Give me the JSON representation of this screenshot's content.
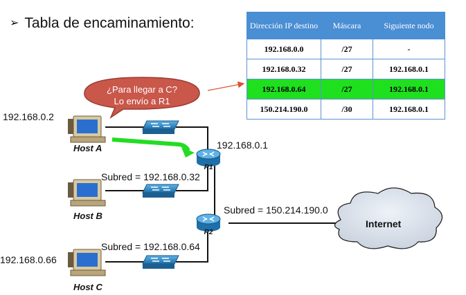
{
  "heading": {
    "bullet": "➢",
    "title": "Tabla de encaminamiento:"
  },
  "routing_table": {
    "headers": [
      "Dirección IP destino",
      "Máscara",
      "Siguiente nodo"
    ],
    "rows": [
      {
        "dest": "192.168.0.0",
        "mask": "/27",
        "next": "-"
      },
      {
        "dest": "192.168.0.32",
        "mask": "/27",
        "next": "192.168.0.1"
      },
      {
        "dest": "192.168.0.64",
        "mask": "/27",
        "next": "192.168.0.1",
        "highlighted": true
      },
      {
        "dest": "150.214.190.0",
        "mask": "/30",
        "next": "192.168.0.1"
      }
    ],
    "header_color": "#4a8ed4",
    "highlight_color": "#1fe01f"
  },
  "speech_bubble": {
    "line1": "¿Para llegar a C?",
    "line2": "Lo envío a R1",
    "color": "#c9574a"
  },
  "hosts": {
    "a": {
      "name": "Host A",
      "ip": "192.168.0.2"
    },
    "b": {
      "name": "Host B"
    },
    "c": {
      "name": "Host C",
      "ip": "192.168.0.66"
    }
  },
  "routers": {
    "r1": {
      "name": "R1",
      "ip": "192.168.0.1"
    },
    "r2": {
      "name": "R2"
    }
  },
  "subnets": {
    "b": "Subred = 192.168.0.32",
    "c": "Subred = 192.168.0.64",
    "wan": "Subred = 150.214.190.0"
  },
  "cloud": {
    "label": "Internet"
  },
  "colors": {
    "switch": "#2f8ac6",
    "router": "#2a86c2",
    "arrow_green": "#22dd22",
    "pointer_line": "#e05030"
  }
}
